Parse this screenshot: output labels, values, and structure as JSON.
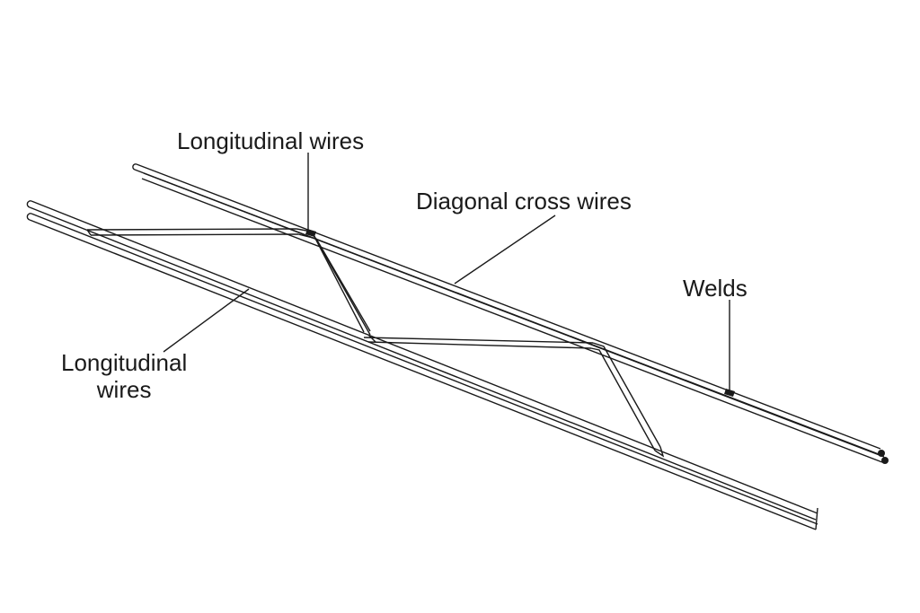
{
  "labels": {
    "longitudinal_top": "Longitudinal wires",
    "diagonal": "Diagonal cross wires",
    "welds": "Welds",
    "longitudinal_bottom_line1": "Longitudinal",
    "longitudinal_bottom_line2": "wires"
  },
  "colors": {
    "line": "#1a1a1a",
    "weld": "#1a1a1a",
    "background": "#ffffff"
  }
}
